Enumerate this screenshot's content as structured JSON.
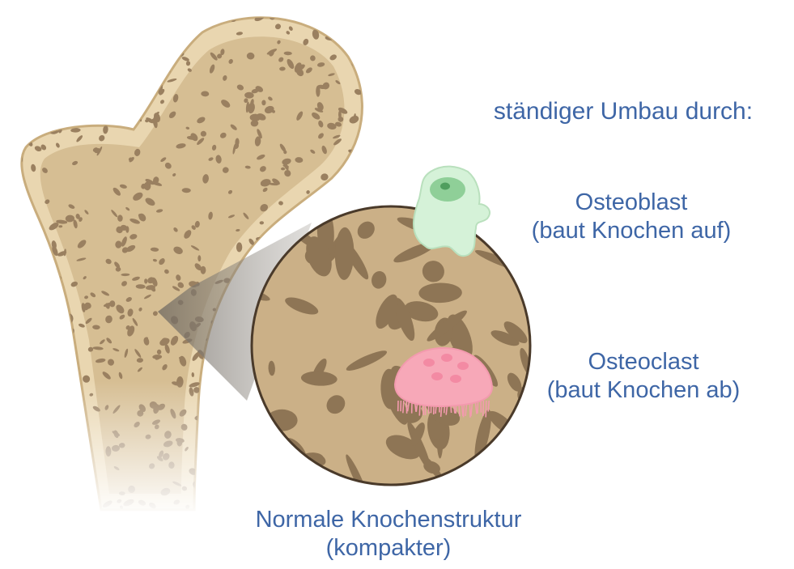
{
  "heading": "ständiger Umbau durch:",
  "osteoblast": {
    "name": "Osteoblast",
    "role": "(baut Knochen auf)"
  },
  "osteoclast": {
    "name": "Osteoclast",
    "role": "(baut Knochen ab)"
  },
  "bone_caption": {
    "line1": "Normale Knochenstruktur",
    "line2": "(kompakter)"
  },
  "colors": {
    "text": "#3e66a6",
    "bone": "#d9c39b",
    "bone_outline": "#b89a6a",
    "trabeculae": "#9a8060",
    "osteoblast": "#d3f0d6",
    "osteoclast": "#f7a8b8"
  },
  "icons": {
    "bone": "femur-head",
    "zoom": "magnified-trabecular-bone",
    "cell1": "osteoblast-cell",
    "cell2": "osteoclast-cell"
  }
}
